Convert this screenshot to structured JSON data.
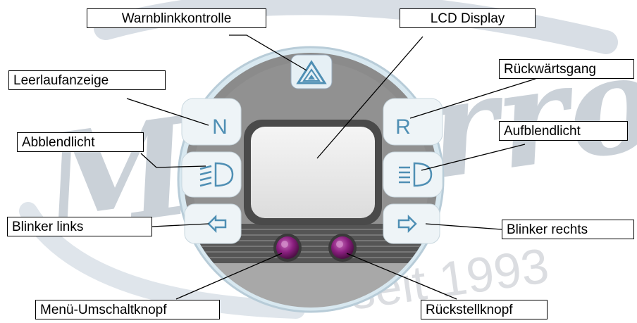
{
  "watermark": {
    "brand": "Motorroller",
    "tagline": "seit 1993",
    "color": "#7f8e9f"
  },
  "instrument": {
    "bezel_color": "#8a8a8a",
    "rim_color": "#c9dde8",
    "button_face_color": "#eaf2f6",
    "icon_color": "#4f8fb4",
    "lcd_color": "#e9e9e9",
    "knob_color": "#8a1f7f",
    "keys": {
      "neutral": "N",
      "reverse": "R"
    }
  },
  "labels": {
    "warnblink": "Warnblinkkontrolle",
    "lcd": "LCD Display",
    "leerlauf": "Leerlaufanzeige",
    "rueckwaerts": "Rückwärtsgang",
    "abblend": "Abblendlicht",
    "aufblend": "Aufblendlicht",
    "blinker_links": "Blinker links",
    "blinker_rechts": "Blinker rechts",
    "menu": "Menü-Umschaltknopf",
    "reset": "Rückstellknopf"
  }
}
